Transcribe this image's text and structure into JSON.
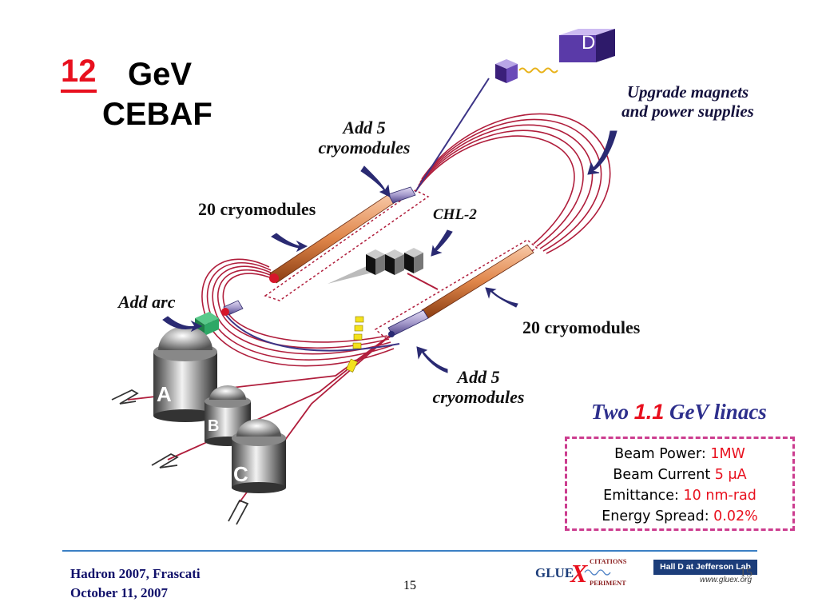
{
  "title": {
    "number": "12",
    "unit": "GeV",
    "name": "CEBAF"
  },
  "labels": {
    "upgrade": "Upgrade magnets and power supplies",
    "add5_top_line1": "Add 5",
    "add5_top_line2": "cryomodules",
    "chl2": "CHL-2",
    "cryo20_top": "20 cryomodules",
    "add_arc": "Add arc",
    "cryo20_right": "20 cryomodules",
    "add5_bottom_line1": "Add 5",
    "add5_bottom_line2": "cryomodules"
  },
  "halls": {
    "a": "A",
    "b": "B",
    "c": "C",
    "d": "D"
  },
  "linacs": {
    "prefix": "Two",
    "energy": "1.1",
    "suffix": "GeV linacs"
  },
  "specs": {
    "beam_power_label": "Beam Power:",
    "beam_power_value": "1MW",
    "beam_current_label": "Beam Current",
    "beam_current_value": "5 μA",
    "emittance_label": "Emittance:",
    "emittance_value": "10 nm-rad",
    "energy_spread_label": "Energy Spread:",
    "energy_spread_value": "0.02%"
  },
  "footer": {
    "conference": "Hadron 2007, Frascati",
    "date": "October 11, 2007",
    "page_number": "15",
    "logo_word_glue": "GLUE",
    "logo_word_x": "X",
    "logo_word_citations": "CITATIONS",
    "logo_word_periment": "PERIMENT",
    "hall_d_badge": "Hall D at Jefferson Lab",
    "website": "www.gluex.org"
  },
  "colors": {
    "accent_red": "#e8101e",
    "beamline": "#b01e3c",
    "arrow_navy": "#2a2a72",
    "cryo_orange": "#e0864a",
    "box_dash": "#cc3d8f"
  }
}
